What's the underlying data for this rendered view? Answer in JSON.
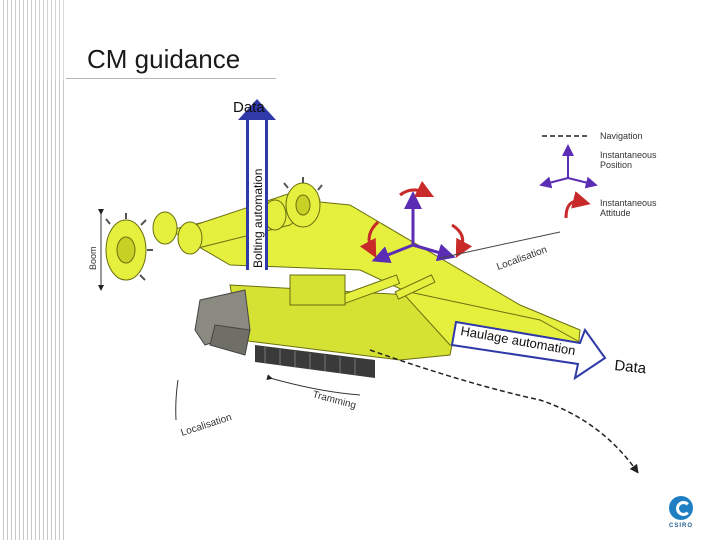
{
  "slide": {
    "title": "CM guidance",
    "data_top_label": "Data",
    "bolting_label": "Bolting automation",
    "haulage_label": "Haulage automation",
    "data_right_label": "Data",
    "legend": {
      "navigation": "Navigation",
      "position_line1": "Instantaneous",
      "position_line2": "Position",
      "attitude_line1": "Instantaneous",
      "attitude_line2": "Attitude"
    },
    "labels": {
      "boom": "Boom",
      "localisation_upper": "Localisation",
      "localisation_lower": "Localisation",
      "tramming": "Tramming"
    },
    "logo_text": "CSIRO"
  },
  "colors": {
    "machine": "#e4ef3e",
    "machine_shadow": "#b9c21f",
    "arrow_blue": "#2f3aa8",
    "axis_purple": "#5b2db5",
    "rotation_red": "#c82a2a",
    "logo_blue": "#1f7fc2"
  }
}
